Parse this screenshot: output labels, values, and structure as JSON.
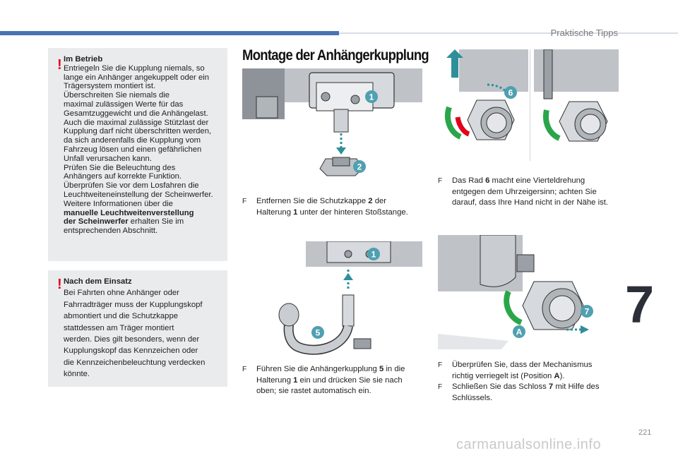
{
  "header": {
    "section": "Praktische Tipps"
  },
  "warning1": {
    "lines": [
      {
        "text": "Im Betrieb",
        "bold": true
      },
      {
        "text": "Entriegeln Sie die Kupplung niemals, so"
      },
      {
        "text": "lange ein Anhänger angekuppelt oder ein"
      },
      {
        "text": "Trägersystem montiert ist."
      },
      {
        "text": "Überschreiten Sie niemals die"
      },
      {
        "text": "maximal zulässigen Werte für das"
      },
      {
        "text": "Gesamtzuggewicht und die Anhängelast."
      },
      {
        "text": "Auch die maximal zulässige Stützlast der"
      },
      {
        "text": "Kupplung darf nicht überschritten werden,"
      },
      {
        "text": "da sich anderenfalls die Kupplung vom"
      },
      {
        "text": "Fahrzeug lösen und einen gefährlichen"
      },
      {
        "text": "Unfall verursachen kann."
      },
      {
        "text": "Prüfen Sie die Beleuchtung des"
      },
      {
        "text": "Anhängers auf korrekte Funktion."
      },
      {
        "text": "Überprüfen Sie vor dem Losfahren die"
      },
      {
        "text": "Leuchtweiteneinstellung der Scheinwerfer."
      },
      {
        "text": "Weitere Informationen über die"
      },
      {
        "text": "manuelle Leuchtweitenverstellung",
        "bold": true
      },
      {
        "text": "der Scheinwerfer",
        "bold": true,
        "suffix": " erhalten Sie im"
      },
      {
        "text": "entsprechenden Abschnitt."
      }
    ]
  },
  "warning2": {
    "lines": [
      {
        "text": "Nach dem Einsatz",
        "bold": true
      },
      {
        "text": "Bei Fahrten ohne Anhänger oder"
      },
      {
        "text": "Fahrradträger muss der Kupplungskopf"
      },
      {
        "text": "abmontiert und die Schutzkappe"
      },
      {
        "text": "stattdessen am Träger montiert"
      },
      {
        "text": "werden. Dies gilt besonders, wenn der"
      },
      {
        "text": "Kupplungskopf das Kennzeichen oder"
      },
      {
        "text": "die Kennzeichenbeleuchtung verdecken"
      },
      {
        "text": "könnte."
      }
    ]
  },
  "title": "Montage der Anhängerkupplung",
  "steps": {
    "s1": {
      "mark": "F",
      "l1a": "Entfernen Sie die Schutzkappe ",
      "l1b": "2",
      "l1c": " der",
      "l2a": "Halterung ",
      "l2b": "1",
      "l2c": " unter der hinteren Stoßstange."
    },
    "s2": {
      "mark": "F",
      "l1a": "Führen Sie die Anhängerkupplung ",
      "l1b": "5",
      "l1c": " in die",
      "l2a": "Halterung ",
      "l2b": "1",
      "l2c": " ein und drücken Sie sie nach",
      "l3": "oben; sie rastet automatisch ein."
    },
    "s3": {
      "mark": "F",
      "l1a": "Das Rad ",
      "l1b": "6",
      "l1c": " macht eine Vierteldrehung",
      "l2": "entgegen dem Uhrzeigersinn; achten Sie",
      "l3": "darauf, dass Ihre Hand nicht in der Nähe ist."
    },
    "s4": {
      "mark": "F",
      "l1": "Überprüfen Sie, dass der Mechanismus",
      "l2a": "richtig verriegelt ist (Position ",
      "l2b": "A",
      "l2c": ")."
    },
    "s5": {
      "mark": "F",
      "l1a": "Schließen Sie das Schloss ",
      "l1b": "7",
      "l1c": " mit Hilfe des",
      "l2": "Schlüssels."
    }
  },
  "figure_labels": {
    "f1_a": "1",
    "f1_b": "2",
    "f2_a": "1",
    "f2_b": "5",
    "f3_a": "6",
    "f5_a": "7",
    "f5_b": "A"
  },
  "chapter": "7",
  "page_number": "221",
  "watermark": "carmanualsonline.info",
  "colors": {
    "accent": "#4a73b5",
    "badge": "#4fa0b0",
    "arrow": "#2e8f9a",
    "green": "#2aa64a",
    "red": "#e2001a"
  }
}
